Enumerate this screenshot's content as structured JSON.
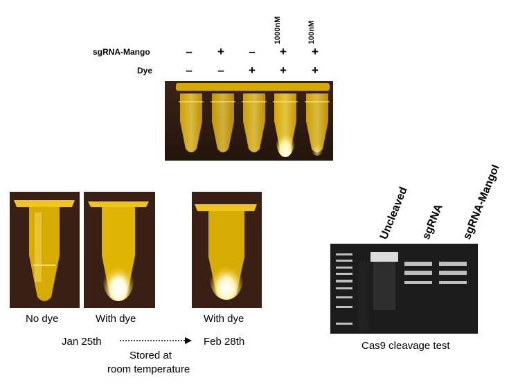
{
  "top": {
    "conc_labels": [
      "1000nM",
      "100nM"
    ],
    "rows": [
      {
        "label": "sgRNA-Mango",
        "signs": [
          "–",
          "+",
          "–",
          "+",
          "+"
        ]
      },
      {
        "label": "Dye",
        "signs": [
          "–",
          "–",
          "+",
          "+",
          "+"
        ]
      }
    ]
  },
  "timeline": {
    "captions": [
      "No dye",
      "With dye",
      "With dye"
    ],
    "start_date": "Jan 25th",
    "end_date": "Feb 28th",
    "storage_line1": "Stored at",
    "storage_line2": "room temperature"
  },
  "gel": {
    "lane_labels": [
      "Uncleaved",
      "sgRNA",
      "sgRNA-MangoI"
    ],
    "caption": "Cas9 cleavage test"
  },
  "colors": {
    "tube_fluorescence": "#f2c400",
    "photo_background": "#3a1f14",
    "gel_background": "#1c1c1c"
  }
}
